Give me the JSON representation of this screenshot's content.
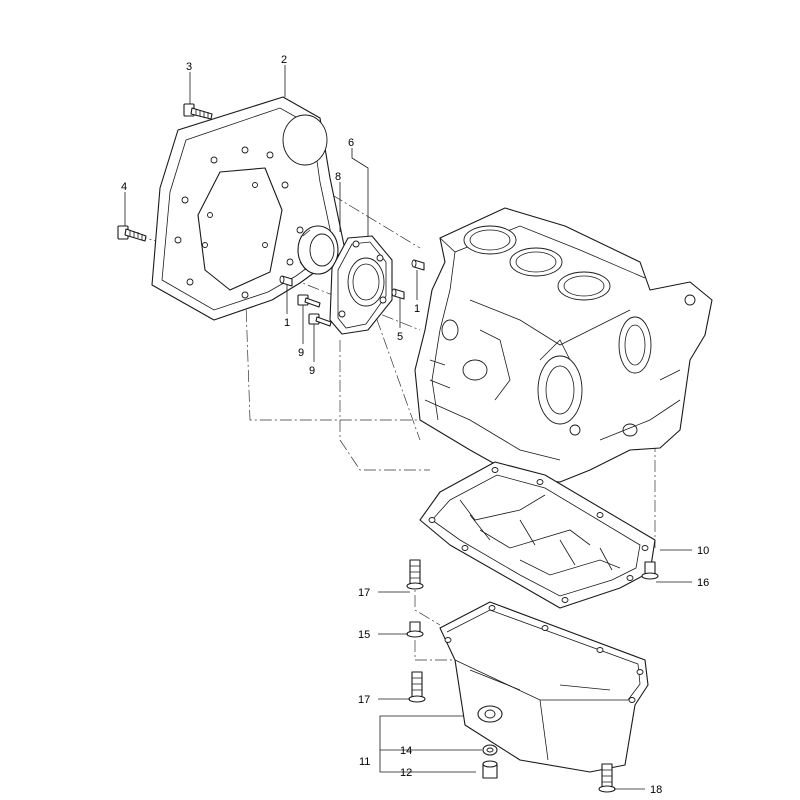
{
  "callouts": {
    "c1a": "1",
    "c1b": "1",
    "c2": "2",
    "c3": "3",
    "c4": "4",
    "c5": "5",
    "c6": "6",
    "c8": "8",
    "c9a": "9",
    "c9b": "9",
    "c10": "10",
    "c11": "11",
    "c12": "12",
    "c14": "14",
    "c15": "15",
    "c16": "16",
    "c17a": "17",
    "c17b": "17",
    "c18": "18"
  }
}
